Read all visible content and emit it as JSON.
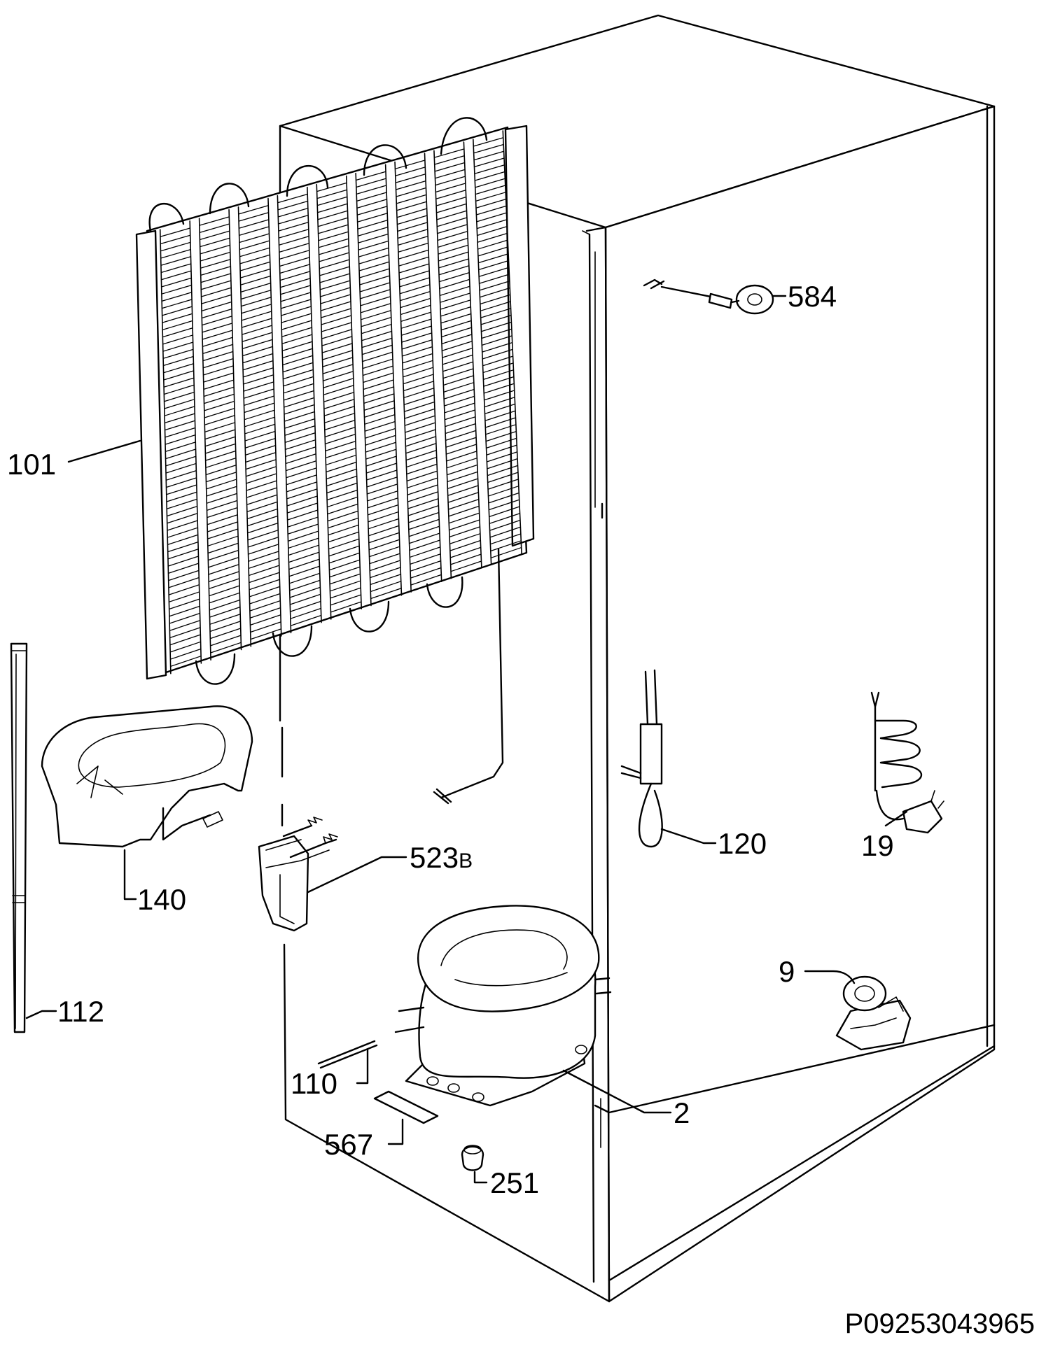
{
  "diagram_code": "P09253043965",
  "parts": [
    {
      "id": "101"
    },
    {
      "id": "584"
    },
    {
      "id": "140"
    },
    {
      "id": "112"
    },
    {
      "id": "523",
      "suffix": "B"
    },
    {
      "id": "120"
    },
    {
      "id": "19"
    },
    {
      "id": "9"
    },
    {
      "id": "110"
    },
    {
      "id": "2"
    },
    {
      "id": "567"
    },
    {
      "id": "251"
    }
  ]
}
